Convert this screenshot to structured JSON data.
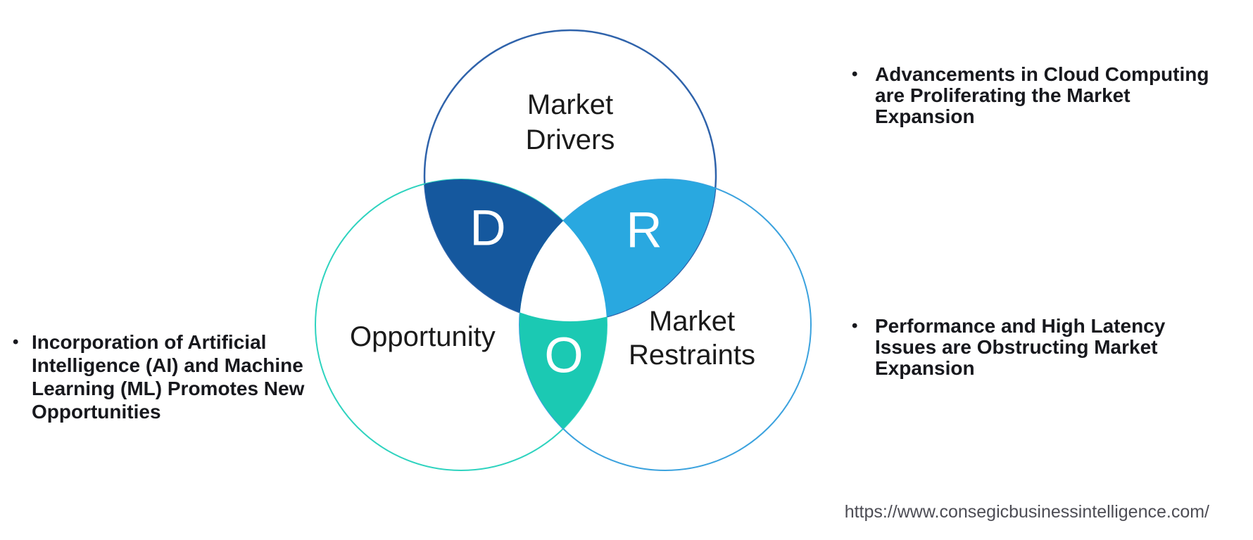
{
  "venn": {
    "drivers": {
      "label_line1": "Market",
      "label_line2": "Drivers",
      "letter": "D",
      "outline_color": "#2f63ab",
      "overlap_fill": "#15589e"
    },
    "opportunity": {
      "label": "Opportunity",
      "letter": "O",
      "outline_color": "#2ed3bf",
      "overlap_fill": "#1bc9b3"
    },
    "restraints": {
      "label_line1": "Market",
      "label_line2": "Restraints",
      "letter": "R",
      "outline_color": "#3ba2de",
      "overlap_fill": "#29a8e0"
    },
    "center_fill": "#ffffff"
  },
  "bullets": {
    "marker": "•",
    "left": {
      "lines": [
        "Incorporation of Artificial",
        "Intelligence (AI) and Machine",
        "Learning (ML) Promotes New",
        "Opportunities"
      ]
    },
    "right_top": {
      "lines": [
        "Advancements in Cloud Computing",
        "are Proliferating the Market",
        "Expansion"
      ]
    },
    "right_bottom": {
      "lines": [
        "Performance and High Latency",
        "Issues are Obstructing Market",
        "Expansion"
      ]
    }
  },
  "footer": {
    "url": "https://www.consegicbusinessintelligence.com/"
  }
}
